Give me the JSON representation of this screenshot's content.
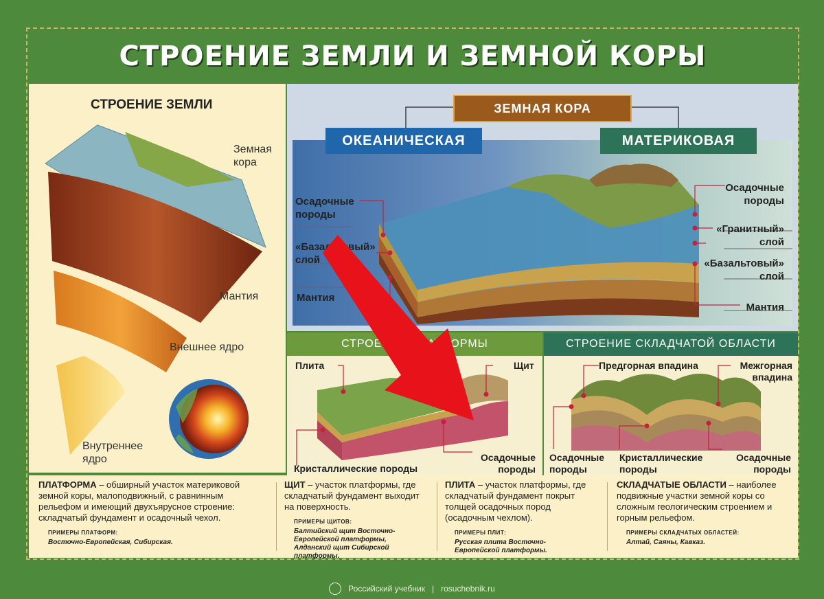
{
  "title": "СТРОЕНИЕ ЗЕМЛИ И ЗЕМНОЙ КОРЫ",
  "earth": {
    "title": "СТРОЕНИЕ ЗЕМЛИ",
    "crust": "Земная кора",
    "mantle": "Мантия",
    "outer_core": "Внешнее ядро",
    "inner_core": "Внутреннее ядро"
  },
  "crust_panel": {
    "title": "ЗЕМНАЯ КОРА",
    "oceanic": "ОКЕАНИЧЕСКАЯ",
    "continental": "МАТЕРИКОВАЯ",
    "left_labels": [
      "Осадочные породы",
      "«Базальтовый» слой",
      "Мантия"
    ],
    "right_labels": [
      "Осадочные породы",
      "«Гранитный» слой",
      "«Базальтовый» слой",
      "Мантия"
    ]
  },
  "platform_panel": {
    "title": "СТРОЕНИЕ ПЛАТФОРМЫ",
    "labels": {
      "plate": "Плита",
      "shield": "Щит",
      "crystalline": "Кристаллические породы",
      "sedimentary": "Осадочные породы"
    }
  },
  "fold_panel": {
    "title": "СТРОЕНИЕ СКЛАДЧАТОЙ ОБЛАСТИ",
    "labels": {
      "foredeep": "Предгорная впадина",
      "intermontane": "Межгорная впадина",
      "sed_left": "Осадочные породы",
      "crystalline": "Кристаллические породы",
      "sed_right": "Осадочные породы"
    }
  },
  "definitions": [
    {
      "term": "ПЛАТФОРМА",
      "text": " – обширный участок материковой земной коры, малоподвижный, с равнинным рельефом и имеющий двухъярусное строение: складчатый фундамент и осадочный чехол.",
      "examples_title": "ПРИМЕРЫ ПЛАТФОРМ:",
      "examples": "Восточно-Европейская, Сибирская."
    },
    {
      "term": "ЩИТ",
      "text": " – участок платформы, где складчатый фундамент выходит на поверхность.",
      "examples_title": "ПРИМЕРЫ ЩИТОВ:",
      "examples": "Балтийский щит Восточно-Европейской платформы, Алданский щит Сибирской платформы."
    },
    {
      "term": "ПЛИТА",
      "text": " – участок платформы, где складчатый фундамент покрыт толщей осадочных пород (осадочным чехлом).",
      "examples_title": "ПРИМЕРЫ ПЛИТ:",
      "examples": "Русская плита Восточно-Европейской платформы."
    },
    {
      "term": "СКЛАДЧАТЫЕ ОБЛАСТИ",
      "text": " – наиболее подвижные участки земной коры со сложным геологическим строением и горным рельефом.",
      "examples_title": "ПРИМЕРЫ СКЛАДЧАТЫХ ОБЛАСТЕЙ:",
      "examples": "Алтай, Саяны, Кавказ."
    }
  ],
  "footer": {
    "brand": "Российский учебник",
    "url": "rosuchebnik.ru"
  },
  "colors": {
    "poster_green": "#4e8a3c",
    "oceanic_head": "#1f66ab",
    "continental_head": "#2d7357",
    "arrow": "#e8121b",
    "label_line": "#c4213d"
  }
}
